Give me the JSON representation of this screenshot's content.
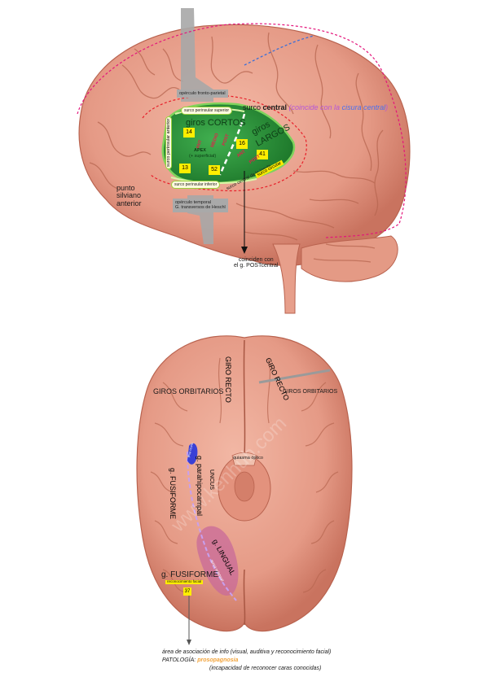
{
  "top": {
    "opercle_frontoparietal": "opérculo fronto-parietal",
    "surco_perinsular_superior": "surco perinsular superior",
    "surco_central_prefix": "surco ",
    "surco_central_bold": "central",
    "surco_central_note_a": " (coincide con la ",
    "surco_central_note_b": "cisura central",
    "surco_central_note_c": ")",
    "giros_cortos": "giros CORTOS",
    "giros_largos_a": "giros",
    "giros_largos_b": "LARGOS",
    "apex": "APEX",
    "apex_sub": "(+ superficial)",
    "surco_perinsular_anterior": "surco perinsular anterior",
    "surco_perinsular_inferior": "surco perinsular inferior",
    "surco_central_insula": "surco central de la ínsula",
    "surco_circular": "surco circular",
    "ant": "ANT",
    "medio": "MEDIO",
    "post": "POST",
    "ba_14": "14",
    "ba_16": "16",
    "ba_13": "13",
    "ba_52": "52",
    "ba_41": "41",
    "opercle_temporal": "opérculo temporal",
    "heschl": "G. transversos de Heschl",
    "punto_silviano": [
      "punto",
      "silviano",
      "anterior"
    ],
    "coinciden": [
      "coinciden con",
      "el g. POSTcentral"
    ]
  },
  "bottom": {
    "giros_orbitarios_left": "GIROS ORBITARIOS",
    "giro_recto_left": "GIRO RECTO",
    "giro_recto_right": "GIRO RECTO",
    "giros_orbitarios_right": "GIROS ORBITARIOS",
    "quiasma": "quiasma óptico",
    "uncus": "UNCUS",
    "parahipocampal": "g. parahipocampal",
    "g_fusiforme_rot": "g. FUSIFORME",
    "g_lingual": "g. LINGUAL",
    "surco_colateral": "surco colateral",
    "surco_rinal": "surco rinal",
    "g_fusiforme": "g. FUSIFORME",
    "reconocimiento": "reconocimiento facial",
    "ba_37": "37",
    "caption_1": "área de asociación de info (visual, auditiva y reconocimiento facial)",
    "caption_2_label": "PATOLOGÍA: ",
    "caption_2_value": "prosopagnosia",
    "caption_3": "(incapacidad de reconocer caras conocidas)",
    "watermark": "www.kenhub.com"
  },
  "colors": {
    "brain": "#e8a390",
    "brain_dark": "#c9735f",
    "insula": "#2e9a3e",
    "insula_light": "#7fd35c",
    "highlight_yellow": "#ffee00",
    "orange_text": "#f2a33a",
    "pink_dashes": "#e4157b",
    "red_dashes": "#e8202a",
    "blue_dashes": "#3a6fd8",
    "purple_dashes": "#c8a0ee",
    "lingual_pink": "#c86a9a",
    "central_note": "#b556d8",
    "cisura_blue": "#4a6ff0"
  }
}
